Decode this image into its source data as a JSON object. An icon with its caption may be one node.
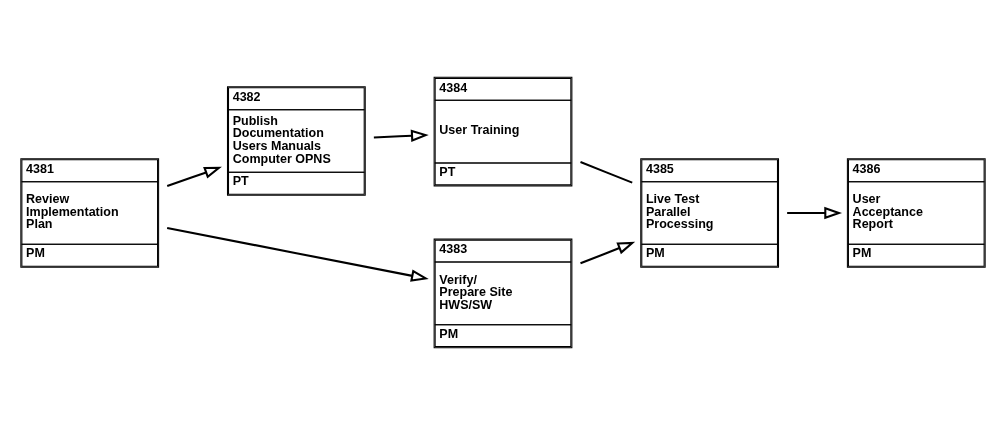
{
  "diagram": {
    "nodes": [
      {
        "text": [
          "4381",
          "Review Implementation Plan",
          "PM"
        ]
      },
      {
        "text": [
          "4382",
          "Publish Documentation Users Manuals Computer OPNS",
          "PT"
        ]
      },
      {
        "text": [
          "4383",
          "Verify/ Prepare Site HWS/SW",
          "PM"
        ]
      },
      {
        "text": [
          "4384",
          "User Training",
          "PT"
        ]
      },
      {
        "text": [
          "4385",
          "Live Test Parallel Processing",
          "PM"
        ]
      },
      {
        "text": [
          "4386",
          "User Acceptance Report",
          "PM"
        ]
      }
    ],
    "edges": [
      {
        "from": 0,
        "to": 1,
        "arrow": "to"
      },
      {
        "from": 0,
        "to": 2,
        "arrow": "to"
      },
      {
        "from": 1,
        "to": 3,
        "arrow": "to"
      },
      {
        "from": 3,
        "to": 4,
        "arrow": "none"
      },
      {
        "from": 2,
        "to": 4,
        "arrow": "to"
      },
      {
        "from": 4,
        "to": 5,
        "arrow": "to"
      }
    ]
  }
}
